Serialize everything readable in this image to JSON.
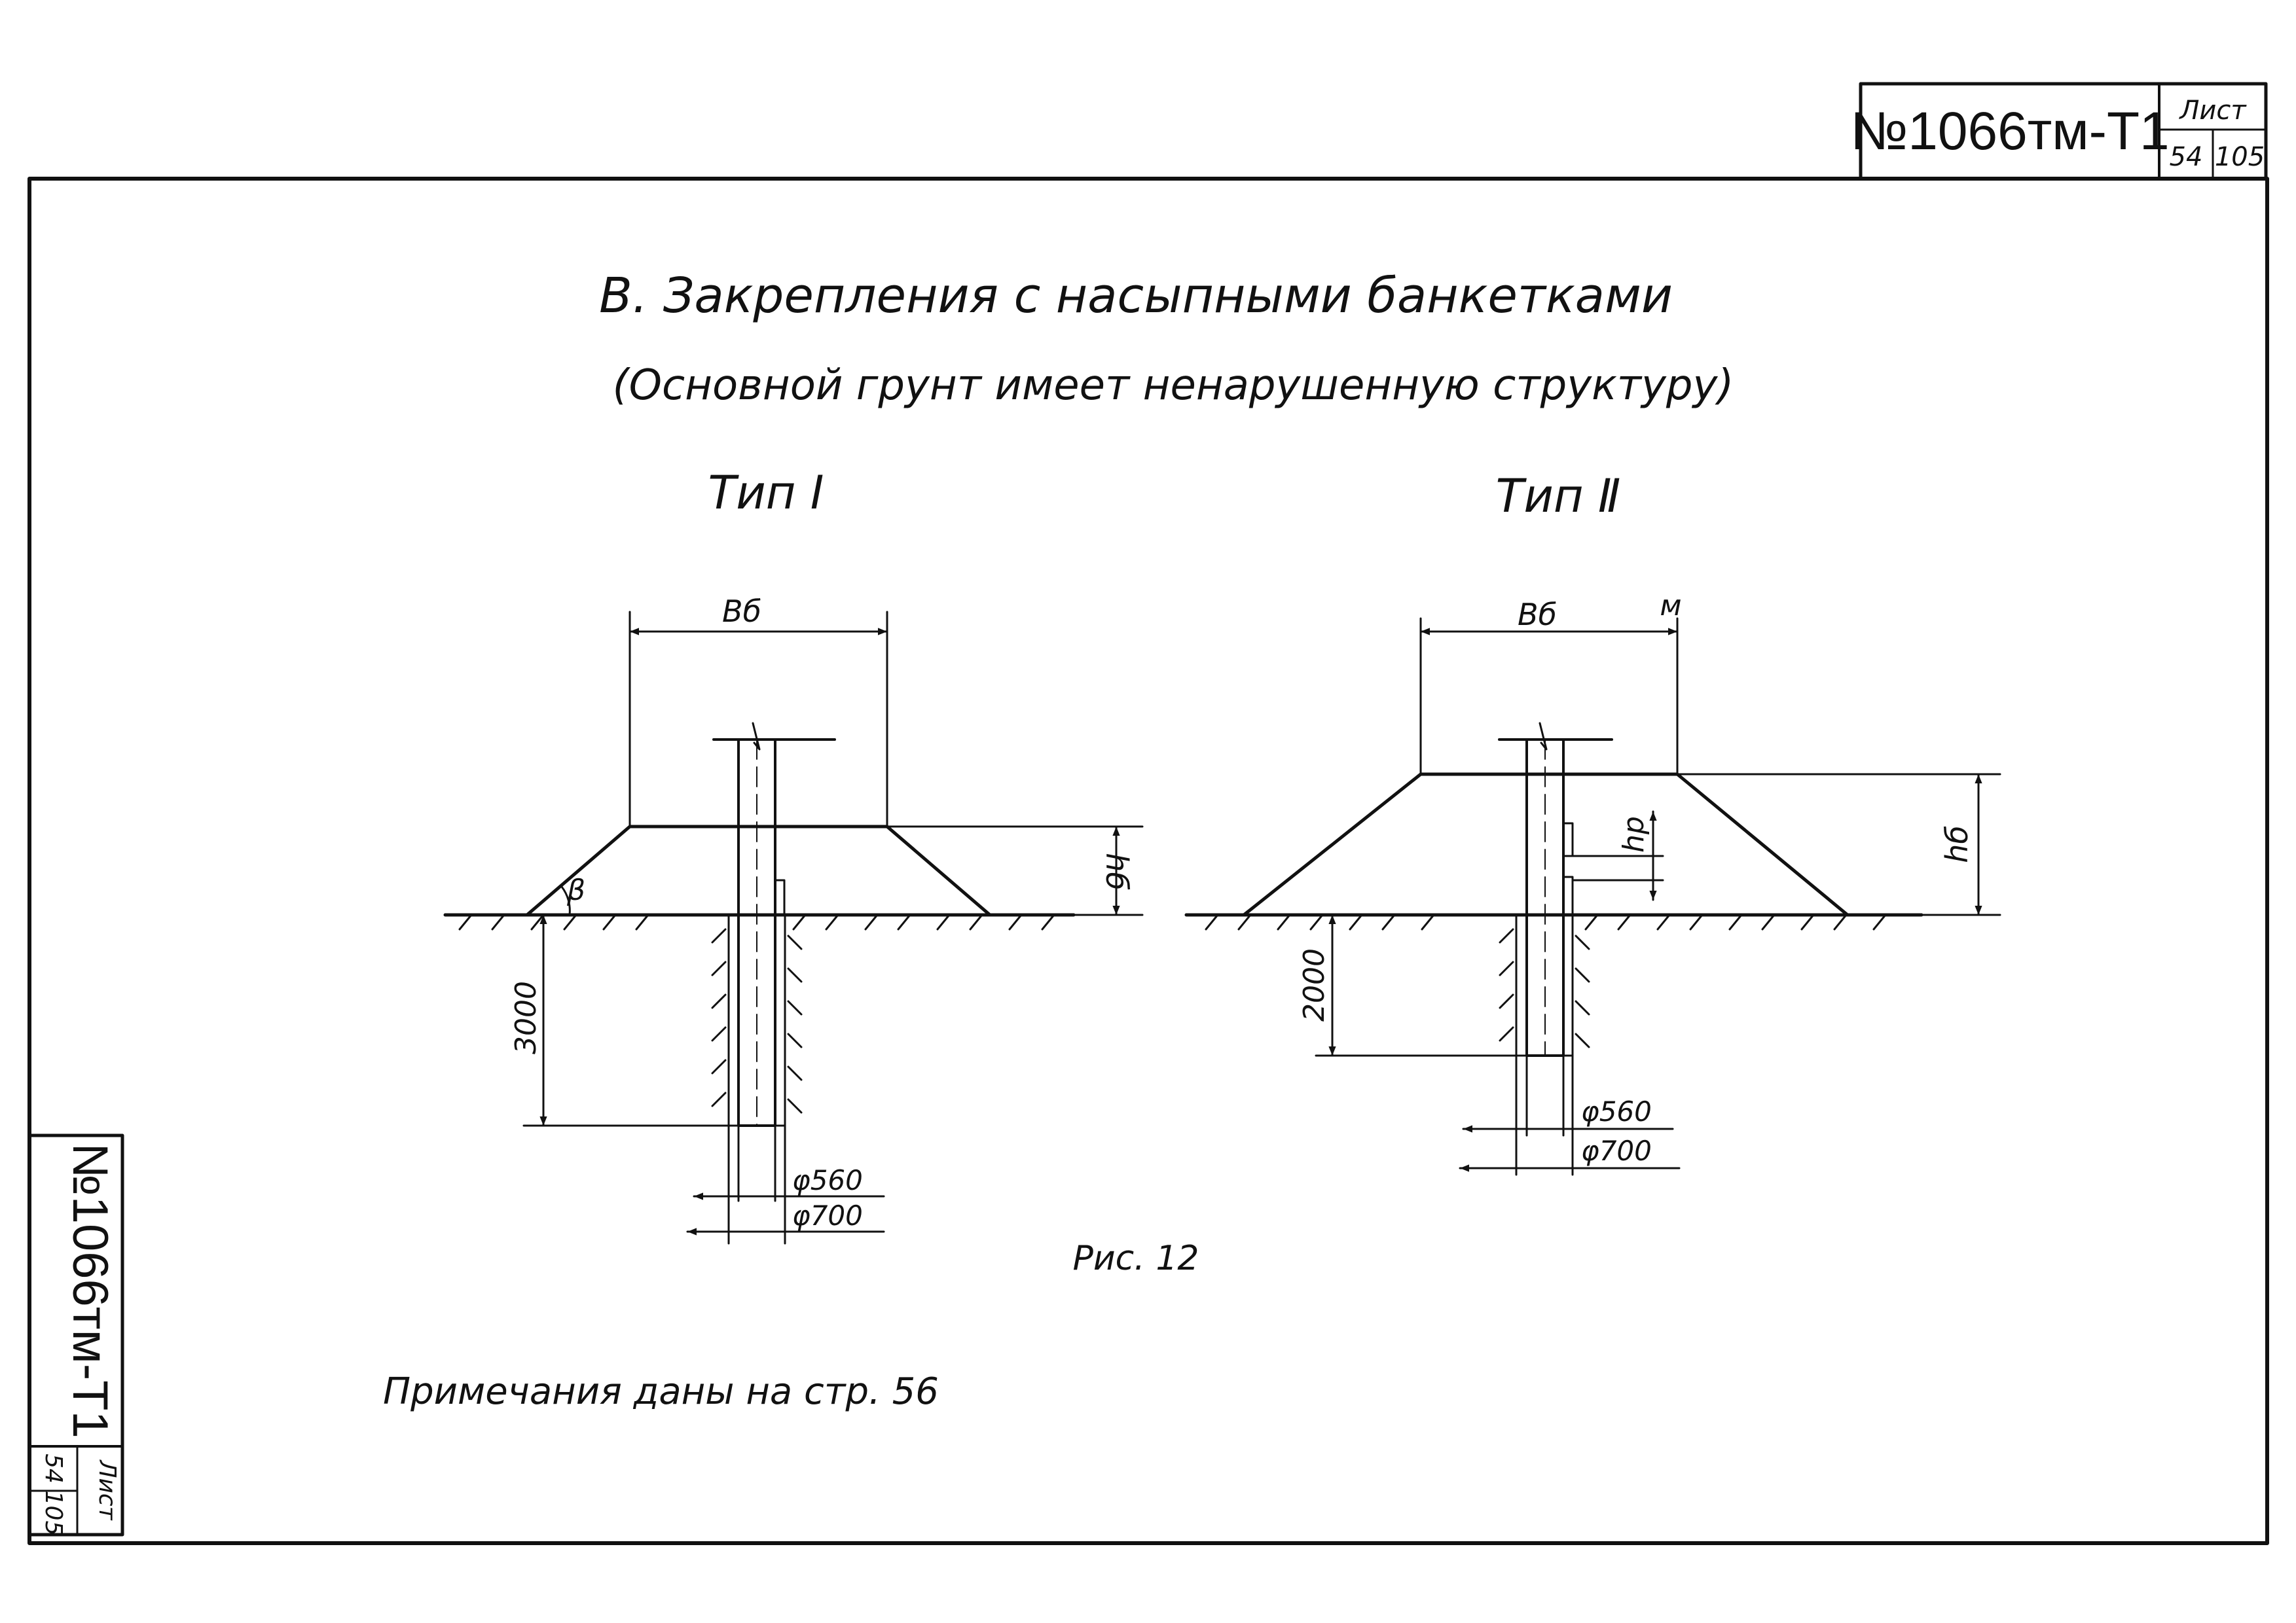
{
  "stamp": {
    "doc_number": "№1066тм-Т1",
    "sheet_label": "Лист",
    "sheet_number": "54",
    "sheet_total": "105"
  },
  "title": {
    "main": "В. Закрепления с насыпными банкетками",
    "sub": "(Основной грунт имеет ненарушенную структуру)"
  },
  "type1": {
    "label": "Тип Ⅰ",
    "width_label": "Вб",
    "height_label": "hб",
    "angle_label": "β",
    "depth_label": "3000",
    "d_inner": "φ560",
    "d_outer": "φ700"
  },
  "type2": {
    "label": "Тип Ⅱ",
    "width_label": "Вб",
    "marker_label": "м",
    "height_label": "hб",
    "hp_label": "hр",
    "depth_label": "2000",
    "d_inner": "φ560",
    "d_outer": "φ700"
  },
  "figure": {
    "caption": "Рис. 12"
  },
  "note": {
    "text": "Примечания даны на стр. 56"
  }
}
